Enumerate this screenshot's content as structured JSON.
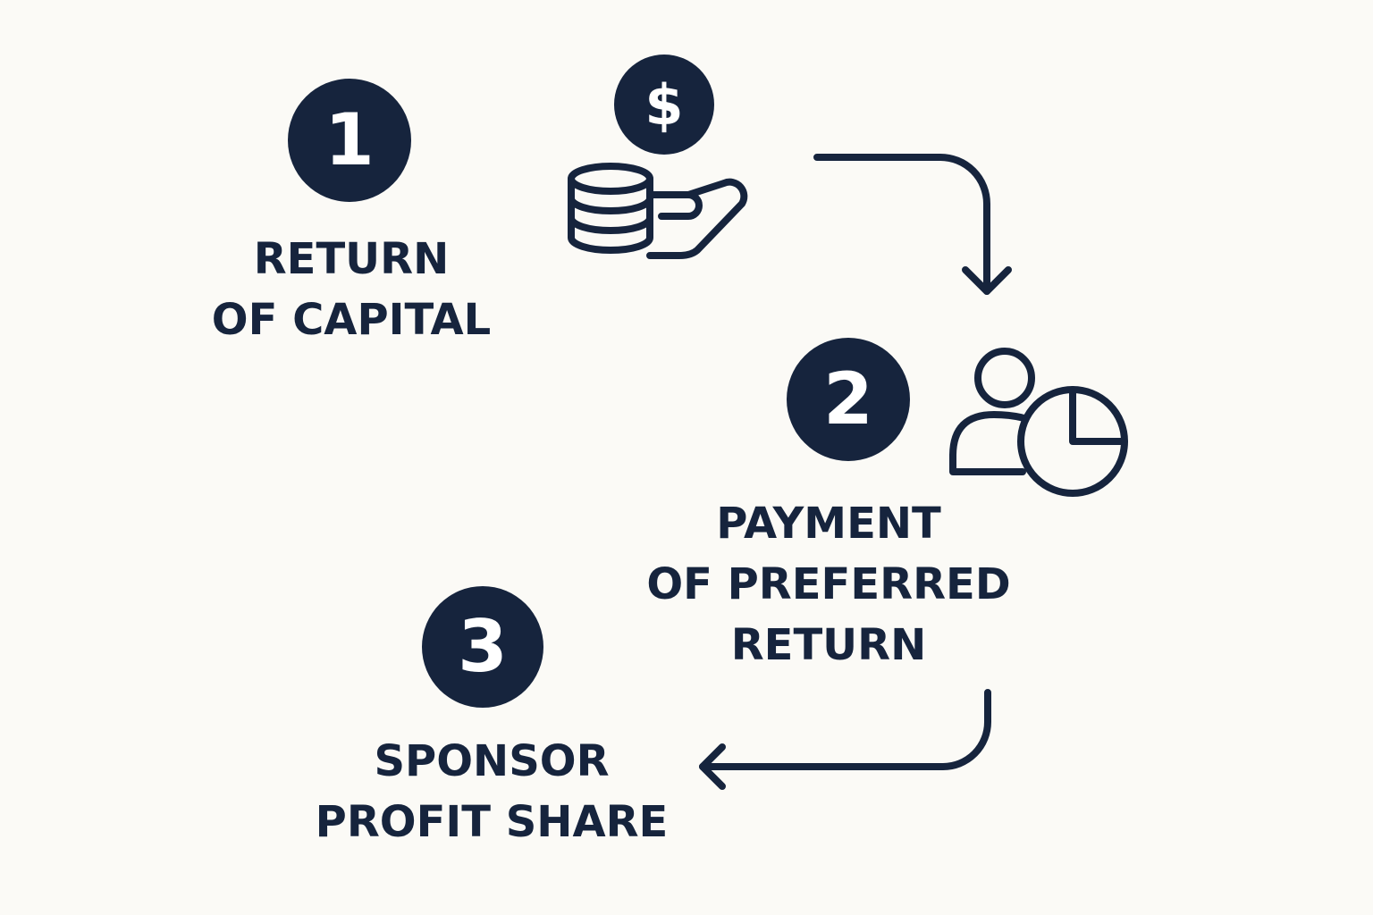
{
  "steps": [
    {
      "number": "1",
      "lines": [
        "RETURN",
        "OF CAPITAL"
      ]
    },
    {
      "number": "2",
      "lines": [
        "PAYMENT",
        "OF PREFERRED",
        "RETURN"
      ]
    },
    {
      "number": "3",
      "lines": [
        "SPONSOR",
        "PROFIT SHARE"
      ]
    }
  ],
  "icons": {
    "dollar_symbol": "$",
    "step1_icon": "coins-in-hand-icon",
    "step2_icon": "person-pie-chart-icon"
  },
  "colors": {
    "primary": "#16243d",
    "background": "#fbfaf6",
    "badge_text": "#ffffff"
  }
}
